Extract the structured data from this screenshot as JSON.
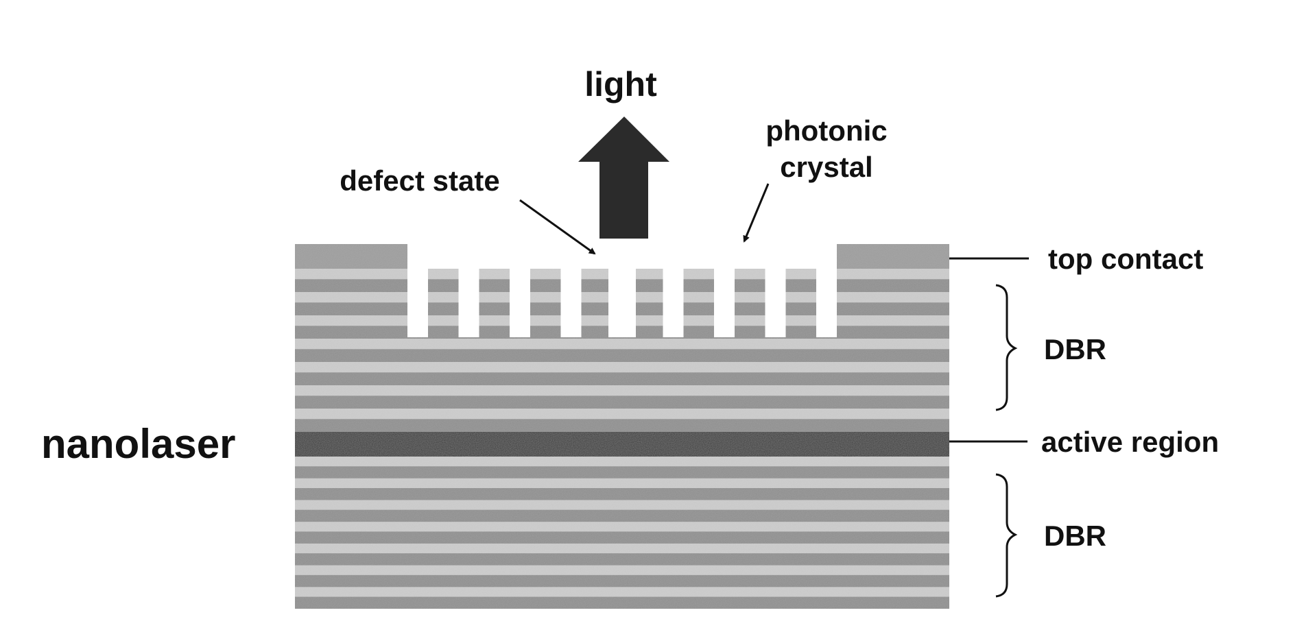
{
  "labels": {
    "light": "light",
    "photonic_crystal_line1": "photonic",
    "photonic_crystal_line2": "crystal",
    "defect_state": "defect state",
    "top_contact": "top contact",
    "dbr_upper": "DBR",
    "active_region": "active region",
    "dbr_lower": "DBR",
    "nanolaser": "nanolaser"
  },
  "structure": {
    "upper_dbr_pairs": 7,
    "lower_dbr_pairs": 7,
    "crystal_holes": 9,
    "defect_hole_index": 4
  },
  "colors": {
    "background": "#ffffff",
    "text": "#111111",
    "dark_layer": "#8c8c8c",
    "light_layer": "#cfcfcf",
    "contact": "#9b9b9b",
    "active": "#2a2a2a",
    "arrow": "#2b2b2b"
  }
}
